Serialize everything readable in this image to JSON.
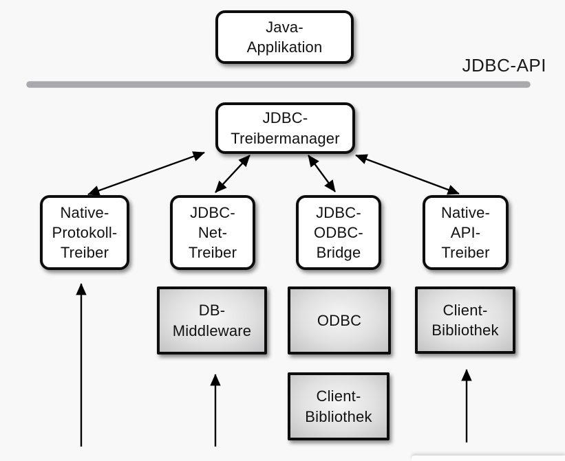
{
  "api_label": "JDBC-API",
  "nodes": {
    "java_application": {
      "label": "Java-\nApplikation"
    },
    "jdbc_treibermanager": {
      "label": "JDBC-\nTreibermanager"
    },
    "native_protokoll_treiber": {
      "label": "Native-\nProtokoll-\nTreiber"
    },
    "jdbc_net_treiber": {
      "label": "JDBC-\nNet-\nTreiber"
    },
    "jdbc_odbc_bridge": {
      "label": "JDBC-\nODBC-\nBridge"
    },
    "native_api_treiber": {
      "label": "Native-\nAPI-\nTreiber"
    },
    "db_middleware": {
      "label": "DB-\nMiddleware"
    },
    "odbc": {
      "label": "ODBC"
    },
    "client_bibliothek_odbc": {
      "label": "Client-\nBibliothek"
    },
    "client_bibliothek_native": {
      "label": "Client-\nBibliothek"
    }
  },
  "edges": [
    {
      "from": "jdbc_treibermanager",
      "to": "native_protokoll_treiber",
      "direction": "bidirectional"
    },
    {
      "from": "jdbc_treibermanager",
      "to": "jdbc_net_treiber",
      "direction": "bidirectional"
    },
    {
      "from": "jdbc_treibermanager",
      "to": "jdbc_odbc_bridge",
      "direction": "bidirectional"
    },
    {
      "from": "jdbc_treibermanager",
      "to": "native_api_treiber",
      "direction": "bidirectional"
    },
    {
      "from": "bottom",
      "to": "native_protokoll_treiber",
      "direction": "up"
    },
    {
      "from": "bottom",
      "to": "db_middleware",
      "direction": "up"
    },
    {
      "from": "bottom",
      "to": "client_bibliothek_native",
      "direction": "up"
    }
  ],
  "colors": {
    "background": "#f8f8f8",
    "node_fill": "#ffffff",
    "gray_node_fill": "#d9d9d9",
    "node_border": "#0d0d0d",
    "divider_line": "#a9a9ad",
    "arrow": "#000000",
    "text": "#111111"
  }
}
